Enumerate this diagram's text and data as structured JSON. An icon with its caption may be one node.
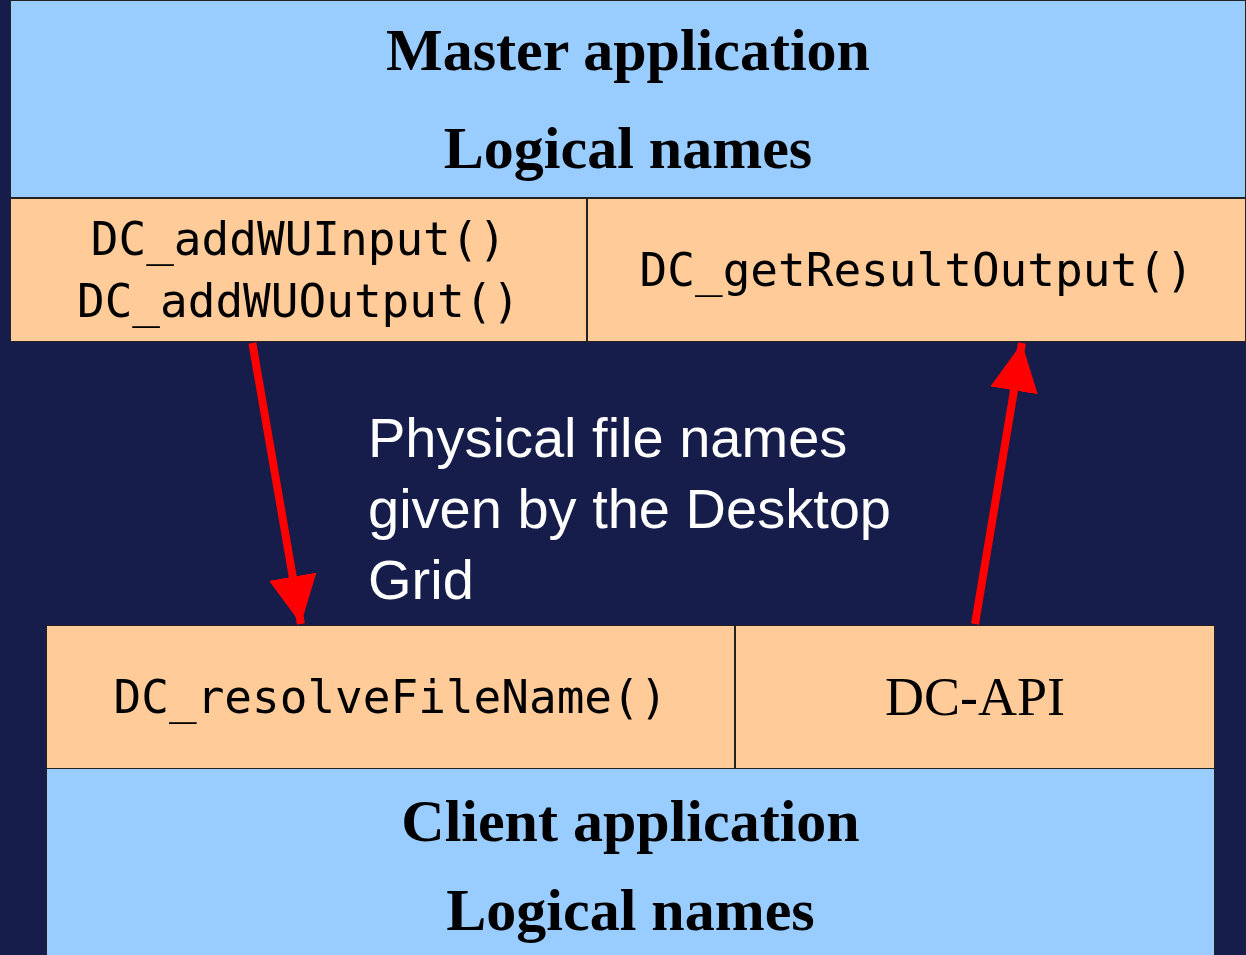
{
  "diagram": {
    "nodes": [
      {
        "text": [
          "Master application",
          "Logical names"
        ]
      },
      {
        "text": [
          "DC_addWUInput()",
          "DC_addWUOutput()"
        ]
      },
      {
        "text": [
          "DC_getResultOutput()"
        ]
      },
      {
        "text": [
          "DC_resolveFileName()"
        ]
      },
      {
        "text": [
          "DC-API"
        ]
      },
      {
        "text": [
          "Client application",
          "Logical names"
        ]
      }
    ],
    "edges": [
      {
        "from": 1,
        "to": 3,
        "arrow": "to"
      },
      {
        "from": 4,
        "to": 2,
        "arrow": "to"
      }
    ],
    "labels": [
      "Physical file names given by the Desktop Grid"
    ]
  }
}
